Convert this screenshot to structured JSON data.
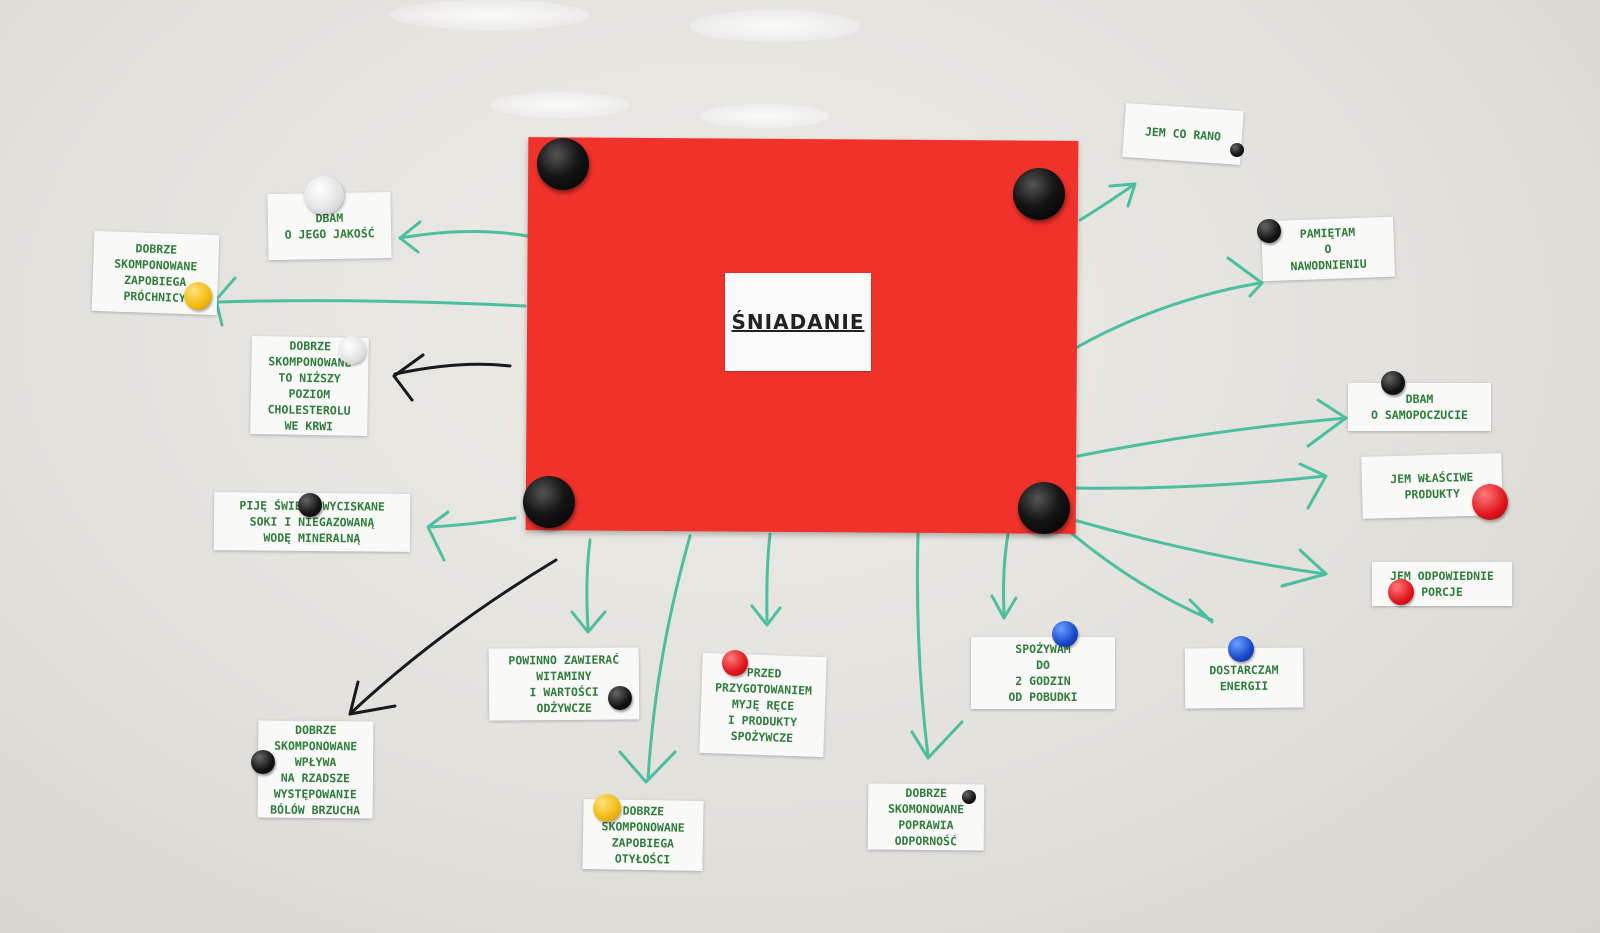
{
  "colors": {
    "board": "#e3e1dc",
    "poster": "#f0322a",
    "arrow_green": "#4cbfa0",
    "arrow_black": "#1a1a1a",
    "card_text": "#2f7d3d"
  },
  "center_label": "ŚNIADANIE",
  "cards": {
    "dbam_jakosc": "DBAM\nO JEGO JAKOŚĆ",
    "proch": "DOBRZE\nSKOMPONOWANE\nZAPOBIEGA\nPRÓCHNICY",
    "cholesterol": "DOBRZE\nSKOMPONOWANE\nTO NIŻSZY\nPOZIOM\nCHOLESTEROLU\nWE KRWI",
    "soki": "PIJĘ ŚWIEŻO WYCISKANE\nSOKI I NIEGAZOWANĄ\nWODĘ MINERALNĄ",
    "brzuch": "DOBRZE\nSKOMPONOWANE\nWPŁYWA\nNA RZADSZE\nWYSTĘPOWANIE\nBÓLÓW BRZUCHA",
    "witaminy": "POWINNO ZAWIERAĆ\nWITAMINY\nI WARTOŚCI\nODŻYWCZE",
    "otylosc": "DOBRZE\nSKOMPONOWANE\nZAPOBIEGA\nOTYŁOŚCI",
    "rece": "PRZED\nPRZYGOTOWANIEM\nMYJĘ RĘCE\nI PRODUKTY\nSPOŻYWCZE",
    "odpornosc": "DOBRZE\nSKOMONOWANE\nPOPRAWIA\nODPORNOŚĆ",
    "spozywam": "SPOŻYWAM\nDO\n2 GODZIN\nOD POBUDKI",
    "energii": "DOSTARCZAM\nENERGII",
    "jem_rano": "JEM CO RANO",
    "nawodnienie": "PAMIĘTAM\nO\nNAWODNIENIU",
    "samopoczucie": "DBAM\nO SAMOPOCZUCIE",
    "produkty": "JEM WŁAŚCIWE\nPRODUKTY",
    "porcje": "JEM ODPOWIEDNIE\nPORCJE"
  }
}
